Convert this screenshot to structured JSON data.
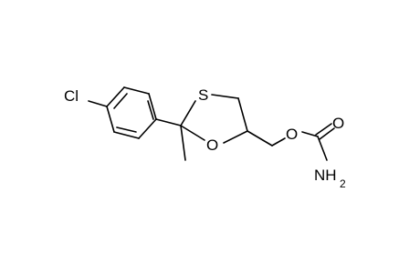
{
  "molecule": {
    "atoms": {
      "chlorine": "Cl",
      "sulfur": "S",
      "ring_oxygen": "O",
      "ester_oxygen": "O",
      "carbonyl_oxygen": "O",
      "amine_n": "NH",
      "amine_h_subscript": "2"
    }
  },
  "colors": {
    "bond": "#000000",
    "background": "#ffffff"
  }
}
